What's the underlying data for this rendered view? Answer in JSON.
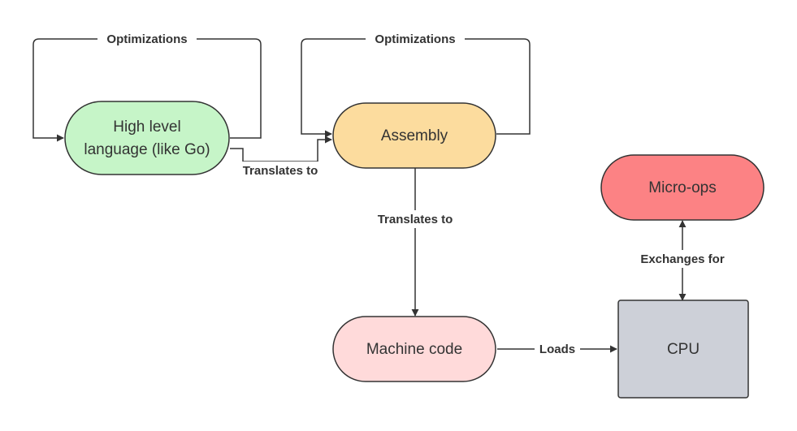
{
  "nodes": {
    "high_level": {
      "line1": "High level",
      "line2": "language (like Go)",
      "fill": "#c6f5c8"
    },
    "assembly": {
      "label": "Assembly",
      "fill": "#fcdc9e"
    },
    "micro_ops": {
      "label": "Micro-ops",
      "fill": "#fc8284"
    },
    "machine_code": {
      "label": "Machine code",
      "fill": "#ffdada"
    },
    "cpu": {
      "label": "CPU",
      "fill": "#cdd0d8"
    }
  },
  "edges": {
    "optimizations_left": "Optimizations",
    "optimizations_right": "Optimizations",
    "translates_high_to_asm": "Translates to",
    "translates_asm_to_machine": "Translates to",
    "exchanges": "Exchanges for",
    "loads": "Loads"
  },
  "colors": {
    "stroke": "#333333",
    "text": "#333333"
  }
}
